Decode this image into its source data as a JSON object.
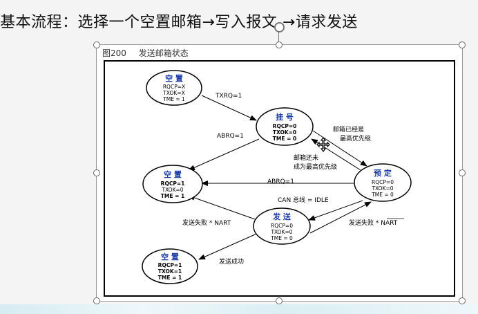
{
  "heading": "基本流程：选择一个空置邮箱→写入报文 →请求发送",
  "figure": {
    "number": "图200",
    "title": "发送邮箱状态"
  },
  "states": {
    "empty_top": {
      "title": "空 置",
      "lines": [
        "RQCP=X",
        "TXOK=X",
        "TME = 1"
      ]
    },
    "pending": {
      "title": "挂 号",
      "lines": [
        "RQCP=0",
        "TXOK=0",
        "TME = 0"
      ]
    },
    "empty_mid": {
      "title": "空 置",
      "lines": [
        "RQCP=1",
        "TXOK=0",
        "TME = 1"
      ]
    },
    "scheduled": {
      "title": "预 定",
      "lines": [
        "RQCP=0",
        "TXOK=0",
        "TME = 0"
      ]
    },
    "transmit": {
      "title": "发 送",
      "lines": [
        "RQCP=0",
        "TXOK=0",
        "TME = 0"
      ]
    },
    "empty_bottom": {
      "title": "空 置",
      "lines": [
        "RQCP=1",
        "TXOK=1",
        "TME = 1"
      ]
    }
  },
  "transitions": {
    "txrq": "TXRQ=1",
    "abrq_pending": "ABRQ=1",
    "highest_priority_1": "邮箱已经是",
    "highest_priority_2": "最高优先级",
    "not_highest_1": "邮箱还未",
    "not_highest_2": "成为最高优先级",
    "abrq_scheduled": "ABRQ=1",
    "can_idle": "CAN 总线 = IDLE",
    "fail_nart_left": "发送失败 * NART",
    "fail_nart_right": "发送失败 * NART",
    "success": "发送成功"
  }
}
